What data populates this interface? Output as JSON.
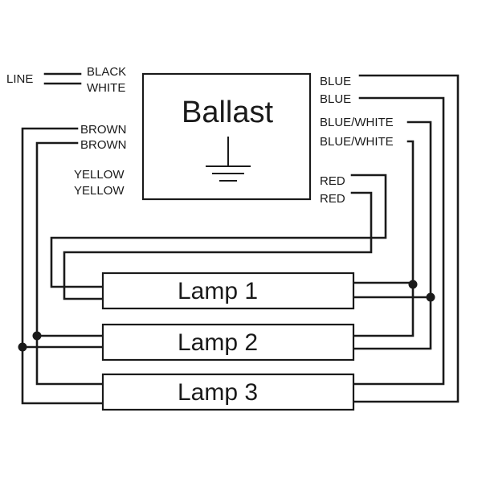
{
  "line_label": "LINE",
  "ballast": {
    "title": "Ballast",
    "symbol": "ground-icon"
  },
  "left_wires": [
    "BLACK",
    "WHITE",
    "BROWN",
    "BROWN",
    "YELLOW",
    "YELLOW"
  ],
  "right_wires": [
    "BLUE",
    "BLUE",
    "BLUE/WHITE",
    "BLUE/WHITE",
    "RED",
    "RED"
  ],
  "lamps": [
    "Lamp 1",
    "Lamp 2",
    "Lamp 3"
  ],
  "colors": {
    "stroke": "#1a1a1a",
    "background": "#ffffff"
  }
}
